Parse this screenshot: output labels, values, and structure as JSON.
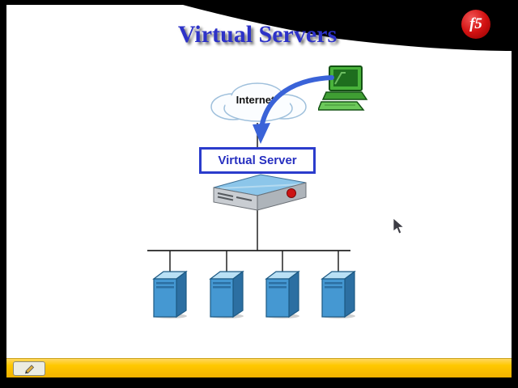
{
  "slide": {
    "title": "Virtual Servers"
  },
  "diagram": {
    "internet_label": "Internet",
    "virtual_server_label": "Virtual Server",
    "server_count": 4
  },
  "logo": {
    "text": "f5",
    "color": "#cc1111"
  },
  "colors": {
    "title_blue": "#2d32c8",
    "arrow_blue": "#3a63d8",
    "box_border_blue": "#2b3ccc",
    "server_blue": "#4598d2",
    "device_grey": "#c9cdd2",
    "toolbar_yellow": "#ffc800",
    "frame_black": "#000000"
  }
}
